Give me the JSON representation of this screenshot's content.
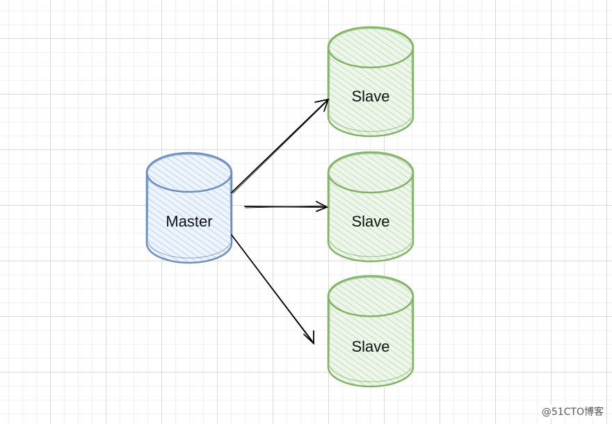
{
  "nodes": {
    "master": {
      "label": "Master"
    },
    "slave_1": {
      "label": "Slave"
    },
    "slave_2": {
      "label": "Slave"
    },
    "slave_3": {
      "label": "Slave"
    }
  },
  "colors": {
    "master_stroke": "#6c8ebf",
    "master_fill": "#dae8fc",
    "slave_stroke": "#82b366",
    "slave_fill": "#d5e8d4",
    "arrow": "#000000"
  },
  "watermark": "@51CTO博客"
}
